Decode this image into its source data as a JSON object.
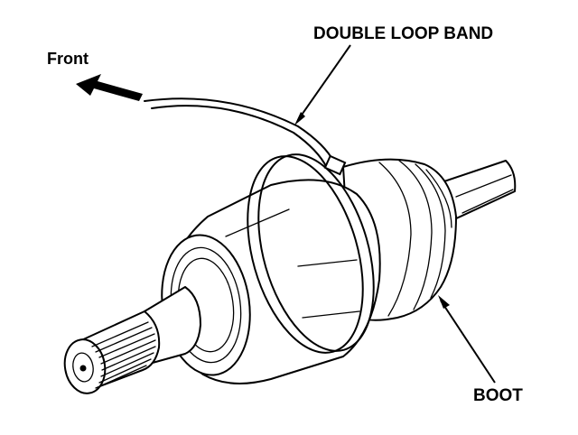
{
  "labels": {
    "front": "Front",
    "double_loop_band": "DOUBLE LOOP BAND",
    "boot": "BOOT"
  }
}
